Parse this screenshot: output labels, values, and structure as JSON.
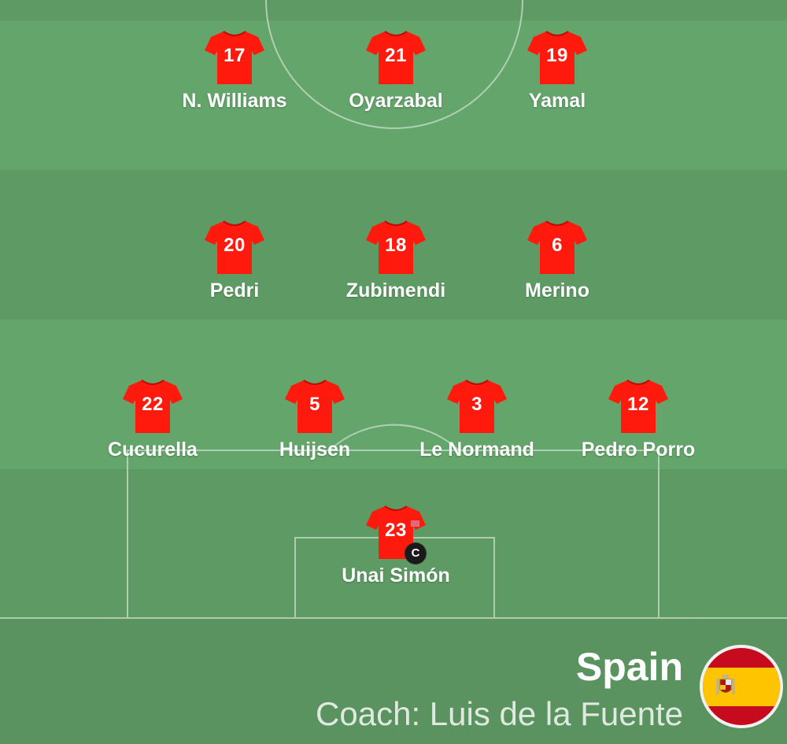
{
  "team": {
    "name": "Spain",
    "coach": "Coach: Luis de la Fuente",
    "flag_icon": "spain-flag-icon",
    "shirt_color": "#ff1a0d",
    "pitch_color": "#64a56b"
  },
  "formation": {
    "forwards": [
      {
        "number": "17",
        "name": "N. Williams"
      },
      {
        "number": "21",
        "name": "Oyarzabal"
      },
      {
        "number": "19",
        "name": "Yamal"
      }
    ],
    "midfielders": [
      {
        "number": "20",
        "name": "Pedri"
      },
      {
        "number": "18",
        "name": "Zubimendi"
      },
      {
        "number": "6",
        "name": "Merino"
      }
    ],
    "defenders": [
      {
        "number": "22",
        "name": "Cucurella"
      },
      {
        "number": "5",
        "name": "Huijsen"
      },
      {
        "number": "3",
        "name": "Le Normand"
      },
      {
        "number": "12",
        "name": "Pedro Porro"
      }
    ],
    "goalkeeper": {
      "number": "23",
      "name": "Unai Simón",
      "captain_badge": "C"
    }
  }
}
